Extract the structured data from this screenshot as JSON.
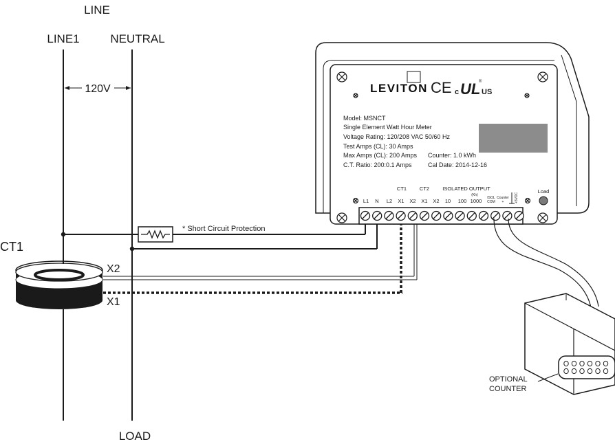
{
  "labels": {
    "line": "LINE",
    "line1": "LINE1",
    "neutral": "NEUTRAL",
    "voltage": "120V",
    "ct1": "CT1",
    "x2": "X2",
    "x1": "X1",
    "load": "LOAD",
    "protection_note": "* Short Circuit Protection",
    "optional": "OPTIONAL",
    "counter": "COUNTER"
  },
  "meter": {
    "brand": "LEVITON",
    "ce_mark": "CE",
    "ul_c": "c",
    "ul_mark": "UL",
    "ul_us": "US",
    "ul_r": "®",
    "spec_lines": [
      "Model: MSNCT",
      "Single Element Watt Hour Meter",
      "Voltage Rating: 120/208 VAC 50/60 Hz",
      "Test Amps (CL): 30 Amps",
      "Max Amps (CL): 200 Amps",
      "C.T. Ratio: 200:0.1 Amps"
    ],
    "counter_spec": "Counter: 1.0 kWh",
    "cal_date": "Cal Date: 2014-12-16",
    "group_ct1": "CT1",
    "group_ct2": "CT2",
    "group_isolated": "ISOLATED OUTPUT",
    "terminals": [
      "L1",
      "N",
      "L2",
      "X1",
      "X2",
      "X1",
      "X2",
      "10",
      "100",
      "1000"
    ],
    "kh_label": "(Kh)",
    "isol_label": "ISOL",
    "com_label": "COM",
    "counter_small": "Counter",
    "counter_plus": "+",
    "vdc_label": "+5VDC",
    "load_label": "Load"
  },
  "colors": {
    "line": "#1a1a1a",
    "display": "#8c8c8c",
    "load_led": "#7a7a7a",
    "background": "#ffffff"
  }
}
